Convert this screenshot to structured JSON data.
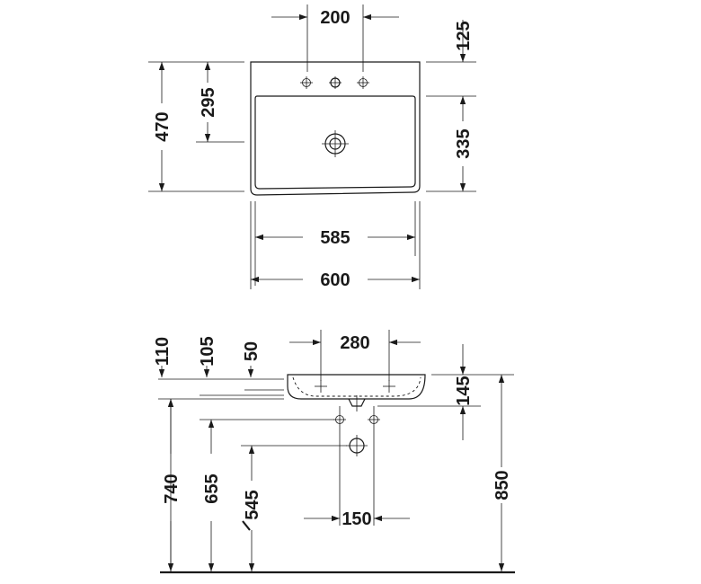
{
  "top_view": {
    "dimensions": {
      "tap_hole_spacing": "200",
      "back_to_taps": "125",
      "depth_to_drain": "295",
      "total_depth": "470",
      "bowl_depth": "335",
      "bowl_width": "585",
      "total_width": "600"
    }
  },
  "side_view": {
    "dimensions": {
      "d110": "110",
      "d105": "105",
      "d50": "50",
      "d280": "280",
      "d145": "145",
      "d740": "740",
      "d655": "655",
      "d545": "545",
      "d150": "150",
      "d850": "850"
    }
  }
}
